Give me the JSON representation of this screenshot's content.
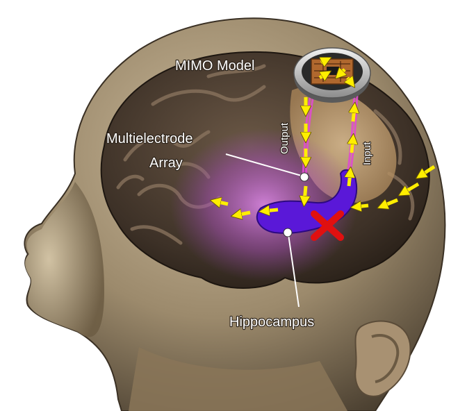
{
  "labels": {
    "mimo_model": "MIMO Model",
    "multielectrode_line1": "Multielectrode",
    "multielectrode_line2": "Array",
    "output": "Output",
    "input": "Input",
    "hippocampus": "Hippocampus"
  },
  "icons": {
    "chip": "mimo-chip-icon",
    "block": "red-x-icon",
    "arrow": "yellow-arrow-icon"
  },
  "colors": {
    "arrow": "#ffee00",
    "x_mark": "#e01010",
    "hippocampus": "#5a18d8",
    "wire": "#e04cd0",
    "glow": "#d070e0"
  }
}
